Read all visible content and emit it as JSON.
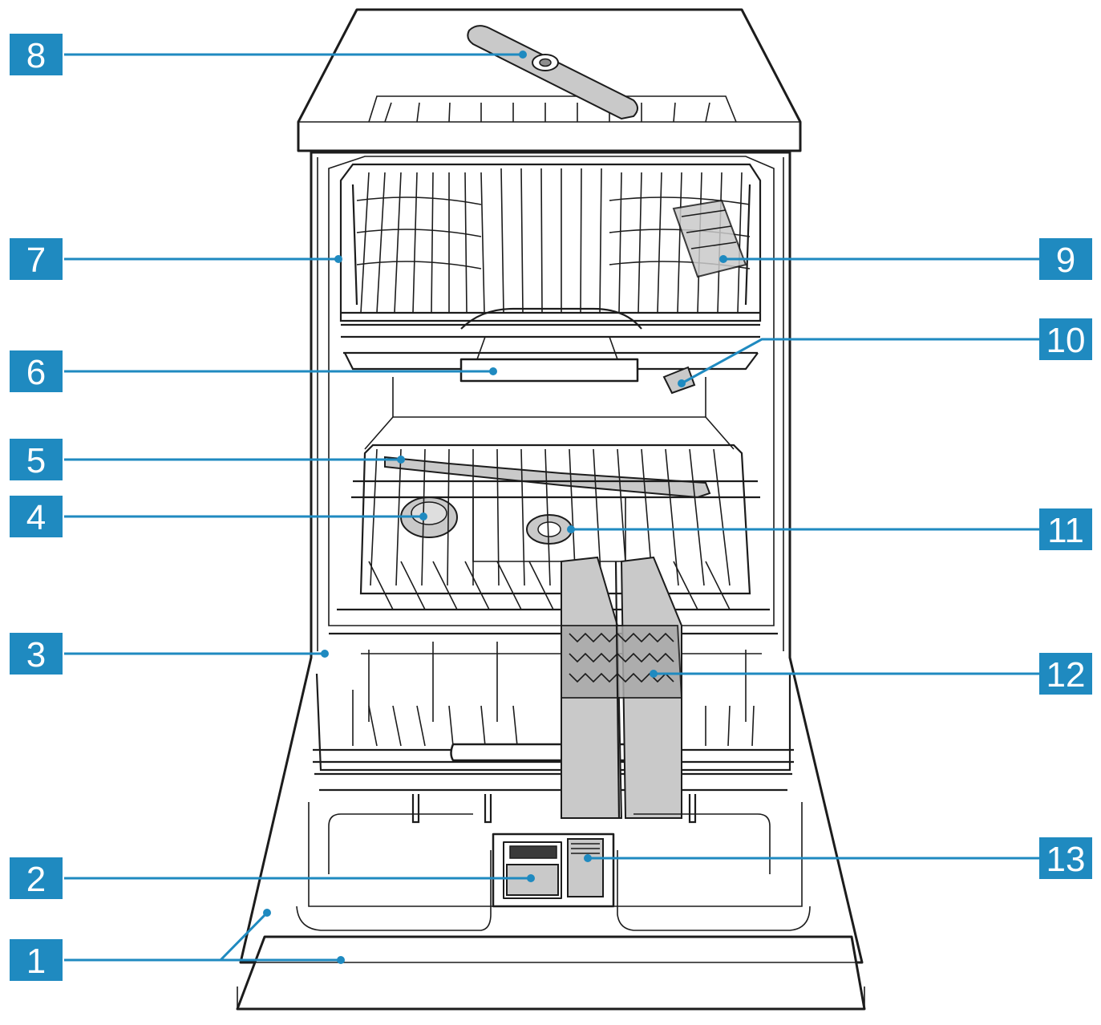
{
  "callouts": [
    {
      "id": "1",
      "label": "1"
    },
    {
      "id": "2",
      "label": "2"
    },
    {
      "id": "3",
      "label": "3"
    },
    {
      "id": "4",
      "label": "4"
    },
    {
      "id": "5",
      "label": "5"
    },
    {
      "id": "6",
      "label": "6"
    },
    {
      "id": "7",
      "label": "7"
    },
    {
      "id": "8",
      "label": "8"
    },
    {
      "id": "9",
      "label": "9"
    },
    {
      "id": "10",
      "label": "10"
    },
    {
      "id": "11",
      "label": "11"
    },
    {
      "id": "12",
      "label": "12"
    },
    {
      "id": "13",
      "label": "13"
    }
  ],
  "colors": {
    "callout": "#1f8ac0",
    "outline": "#1c1c1c",
    "accessory": "#c9c9c9"
  }
}
